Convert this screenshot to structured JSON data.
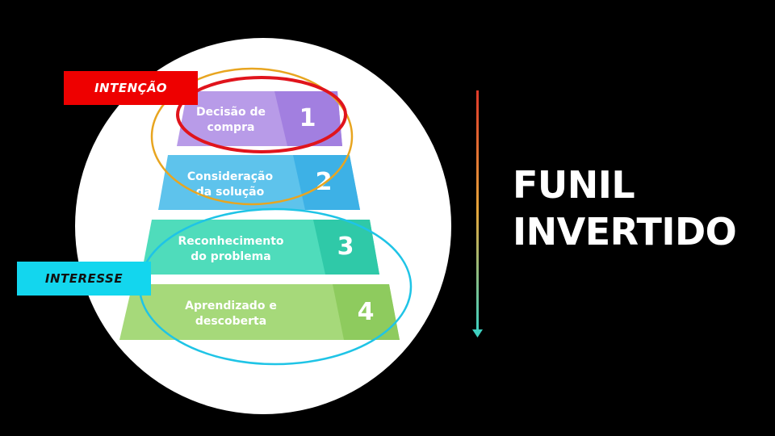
{
  "tags": {
    "intencao": {
      "label": "INTENÇÃO",
      "bg": "#ee0000",
      "fg": "#ffffff"
    },
    "interesse": {
      "label": "INTERESSE",
      "bg": "#13d6ee",
      "fg": "#111111"
    }
  },
  "title": {
    "line1": "FUNIL",
    "line2": "INVERTIDO",
    "color": "#ffffff"
  },
  "funnel": {
    "levels": [
      {
        "number": "1",
        "line1": "Decisão de",
        "line2": "compra",
        "color": "#b89be8",
        "numColor": "#a27fe0"
      },
      {
        "number": "2",
        "line1": "Consideração",
        "line2": "da solução",
        "color": "#5ec3ec",
        "numColor": "#3db1e6"
      },
      {
        "number": "3",
        "line1": "Reconhecimento",
        "line2": "do problema",
        "color": "#4fdcbb",
        "numColor": "#2fc9a8"
      },
      {
        "number": "4",
        "line1": "Aprendizado e",
        "line2": "descoberta",
        "color": "#a6d97a",
        "numColor": "#8ecb5e"
      }
    ]
  },
  "colors": {
    "background": "#000000",
    "circle": "#ffffff",
    "ring_orange": "#e8a520",
    "ring_red": "#e0141c",
    "ring_cyan": "#1fc4e6",
    "arrow_top": "#e03a2a",
    "arrow_mid": "#e6a63a",
    "arrow_bottom": "#3fcfc0"
  }
}
